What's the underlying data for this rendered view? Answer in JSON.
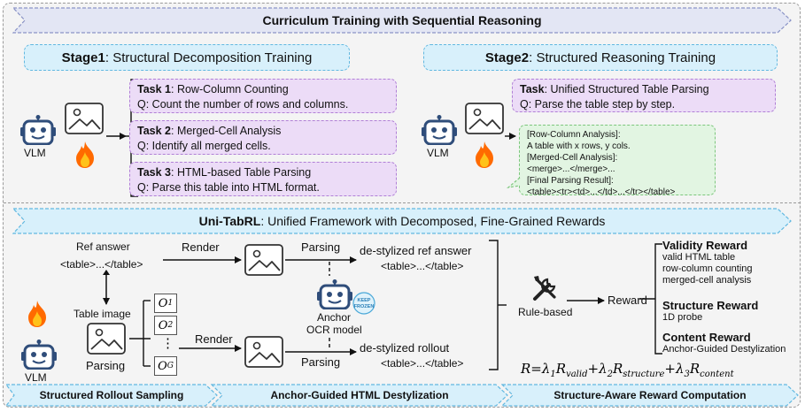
{
  "top_banner": {
    "title": "Curriculum Training with Sequential Reasoning"
  },
  "stage1": {
    "bold": "Stage1",
    "rest": ": Structural Decomposition Training"
  },
  "stage2": {
    "bold": "Stage2",
    "rest": ": Structured Reasoning Training"
  },
  "vlm_label": "VLM",
  "tasks": [
    {
      "bold": "Task 1",
      "rest": ": Row-Column Counting",
      "q": "Q: Count the number of rows and columns."
    },
    {
      "bold": "Task 2",
      "rest": ": Merged-Cell Analysis",
      "q": "Q: Identify all merged cells."
    },
    {
      "bold": "Task 3",
      "rest": ": HTML-based Table Parsing",
      "q": "Q: Parse this table into HTML format."
    }
  ],
  "task_unified": {
    "bold": "Task",
    "rest": ": Unified Structured Table Parsing",
    "q": "Q: Parse the table step by step."
  },
  "reasoning": {
    "l1": "[Row-Column Analysis]:",
    "l2": "A table with x rows, y cols.",
    "l3": "[Merged-Cell Analysis]:",
    "l4": "<merge>...</merge>...",
    "l5": "[Final Parsing Result]:",
    "l6": "<table><tr><td>...</td>...</tr></table>"
  },
  "mid_banner": {
    "bold": "Uni-TabRL",
    "rest": ": Unified Framework with Decomposed, Fine-Grained Rewards"
  },
  "flow": {
    "ref_answer": "Ref answer",
    "ref_table": "<table>...</table>",
    "render1": "Render",
    "parsing1": "Parsing",
    "destyl_ref": "de-stylized ref answer",
    "destyl_ref_table": "<table>...</table>",
    "table_image": "Table image",
    "anchor": "Anchor",
    "ocr_model": "OCR model",
    "keep": "KEEP",
    "frozen": "FROZEN",
    "render2": "Render",
    "parsing2": "Parsing",
    "parsing_vlm": "Parsing",
    "destyl_roll": "de-stylized rollout",
    "destyl_roll_table": "<table>...</table>",
    "rule_based": "Rule-based",
    "reward": "Reward",
    "o_letter": "O",
    "o_subs": [
      "1",
      "2",
      "G"
    ],
    "dots": "⋮"
  },
  "rewards": {
    "validity_title": "Validity Reward",
    "validity_l1": "valid HTML table",
    "validity_l2": "row-column counting",
    "validity_l3": "merged-cell analysis",
    "structure_title": "Structure Reward",
    "structure_l1": "1D probe",
    "content_title": "Content Reward",
    "content_l1": "Anchor-Guided Destylization"
  },
  "formula": {
    "R": "R",
    "eq": "=",
    "lam": "λ",
    "plus": "+",
    "s1": "1",
    "s2": "2",
    "s3": "3",
    "t1": "valid",
    "t2": "structure",
    "t3": "content"
  },
  "bottom_steps": [
    "Structured Rollout Sampling",
    "Anchor-Guided HTML Destylization",
    "Structure-Aware Reward Computation"
  ],
  "colors": {
    "banner_fill": "#e3e6f4",
    "banner_stroke": "#8a93c6",
    "stage_fill": "#d8f0fb",
    "task_fill": "#ecdcf7",
    "green_fill": "#e2f5e2",
    "robot": "#2f4d7a",
    "flame": "#ff7a1a"
  }
}
